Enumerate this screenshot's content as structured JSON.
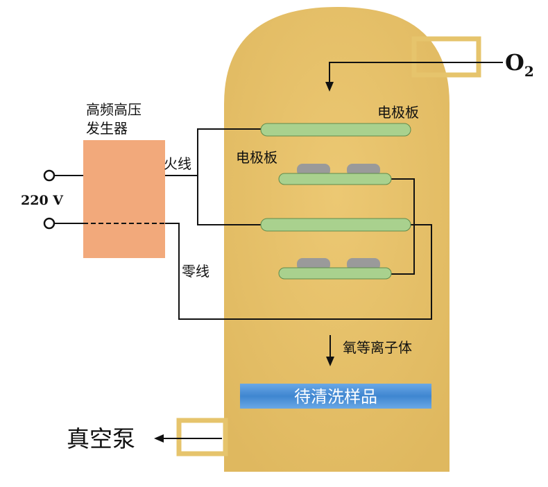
{
  "generator": {
    "label_line1": "高频高压",
    "label_line2": "发生器",
    "color": "#f0a87a"
  },
  "power": {
    "voltage": "220 V"
  },
  "wires": {
    "live": "火线",
    "neutral": "零线"
  },
  "electrodes": {
    "top_label": "电极板",
    "left_label": "电极板",
    "color": "#a9d18e"
  },
  "gas_inlet": {
    "base": "O",
    "subscript": "2"
  },
  "plasma": {
    "label": "氧等离子体"
  },
  "sample": {
    "label": "待清洗样品",
    "color": "#4a8fd4"
  },
  "pump": {
    "label": "真空泵"
  },
  "chamber": {
    "color": "#e8c46a",
    "port_color": "#e8c46a"
  }
}
